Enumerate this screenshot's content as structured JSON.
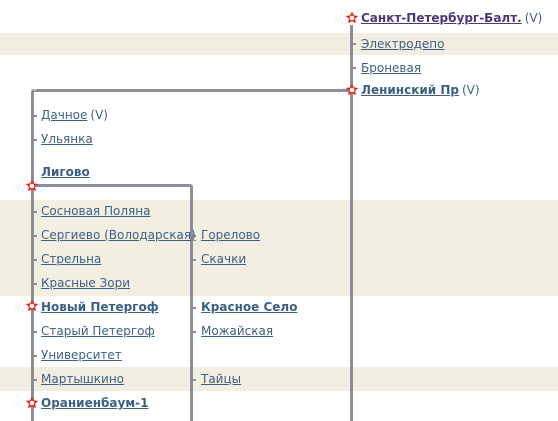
{
  "map": {
    "stations": {
      "spb_balt": "Санкт-Петербург-Балт.",
      "elektrodepo": "Электродепо",
      "bronevaya": "Броневая",
      "leninsky": "Ленинский Пр",
      "dachnoe": "Дачное",
      "ulyanka": "Ульянка",
      "ligovo": "Лигово",
      "sosnovaya": "Сосновая Поляна",
      "sergievo": "Сергиево (Володарская)",
      "strelna": "Стрельна",
      "krasnye_zori": "Красные Зори",
      "novy_peterhof": "Новый Петергоф",
      "stary_peterhof": "Старый Петергоф",
      "universitet": "Университет",
      "martyshkino": "Мартышкино",
      "oranienbaum": "Ораниенбаум-1",
      "gorelovo": "Горелово",
      "skachki": "Скачки",
      "krasnoe_selo": "Красное Село",
      "mozhayskaya": "Можайская",
      "taitsy": "Тайцы"
    },
    "note_v": "(V)",
    "colors": {
      "band": "#f2efe2",
      "track": "#8a8f96",
      "link": "#3d5f83",
      "marker": "#e8281e"
    }
  }
}
